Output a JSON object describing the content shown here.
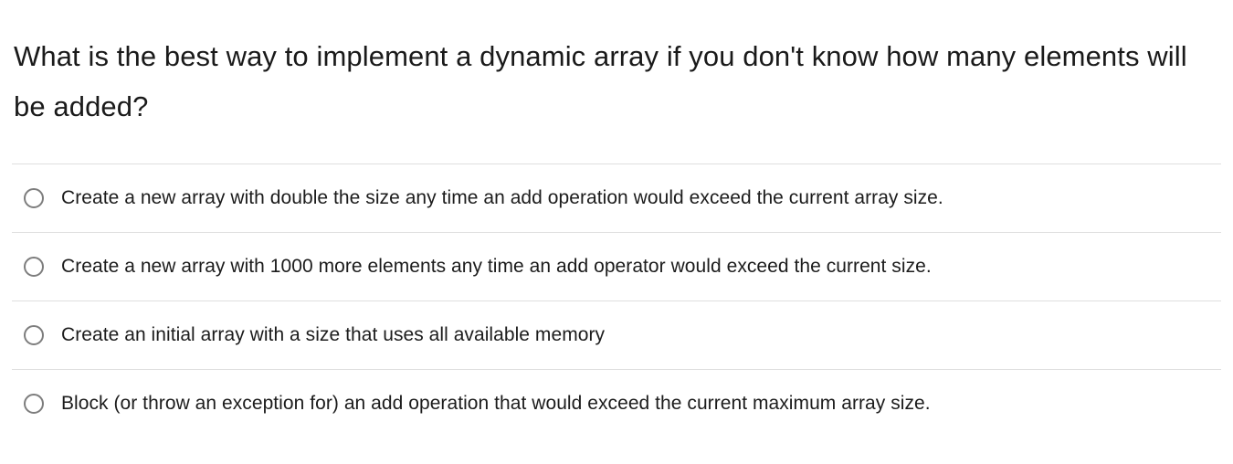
{
  "question": {
    "text": "What is the best way to implement a dynamic array if you don't know how many elements will be added?"
  },
  "options": [
    {
      "label": "Create a new array with double the size any time an add operation would exceed the current array size.",
      "selected": false,
      "icon": "radio-unchecked-icon"
    },
    {
      "label": "Create a new array with 1000 more elements any time an add operator would exceed the current size.",
      "selected": false,
      "icon": "radio-unchecked-icon"
    },
    {
      "label": "Create an initial array with a size that uses all available memory",
      "selected": false,
      "icon": "radio-unchecked-icon"
    },
    {
      "label": "Block (or throw an exception for) an add operation that would exceed the current maximum array size.",
      "selected": false,
      "icon": "radio-unchecked-icon"
    }
  ],
  "colors": {
    "text": "#1c1c1c",
    "heading": "#1a1a1a",
    "divider": "#dfdfdf",
    "radio_border": "#7d7d7d",
    "background": "#ffffff"
  }
}
